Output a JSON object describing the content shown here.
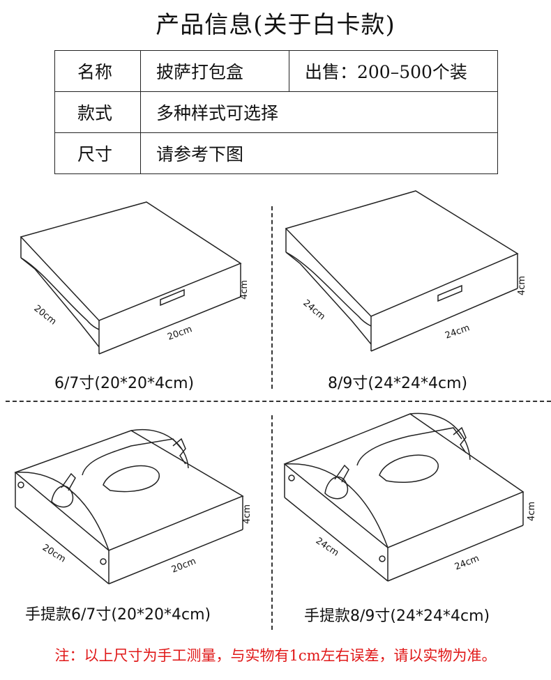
{
  "page_title": "产品信息(关于白卡款)",
  "spec_table": {
    "name_label": "名称",
    "name_value": "披萨打包盒",
    "sale_label": "出售：200–500个装",
    "style_label": "款式",
    "style_value": "多种样式可选择",
    "size_label": "尺寸",
    "size_value": "请参考下图"
  },
  "boxes": [
    {
      "caption": "6/7寸(20*20*4cm)",
      "w": "20cm",
      "d": "20cm",
      "h": "4cm"
    },
    {
      "caption": "8/9寸(24*24*4cm)",
      "w": "24cm",
      "d": "24cm",
      "h": "4cm"
    },
    {
      "caption": "手提款6/7寸(20*20*4cm)",
      "w": "20cm",
      "d": "20cm",
      "h": "4cm"
    },
    {
      "caption": "手提款8/9寸(24*24*4cm)",
      "w": "24cm",
      "d": "24cm",
      "h": "4cm"
    }
  ],
  "footnote": "注：以上尺寸为手工测量，与实物有1cm左右误差，请以实物为准。",
  "colors": {
    "text": "#111111",
    "footnote": "#e01818",
    "line": "#222222"
  }
}
